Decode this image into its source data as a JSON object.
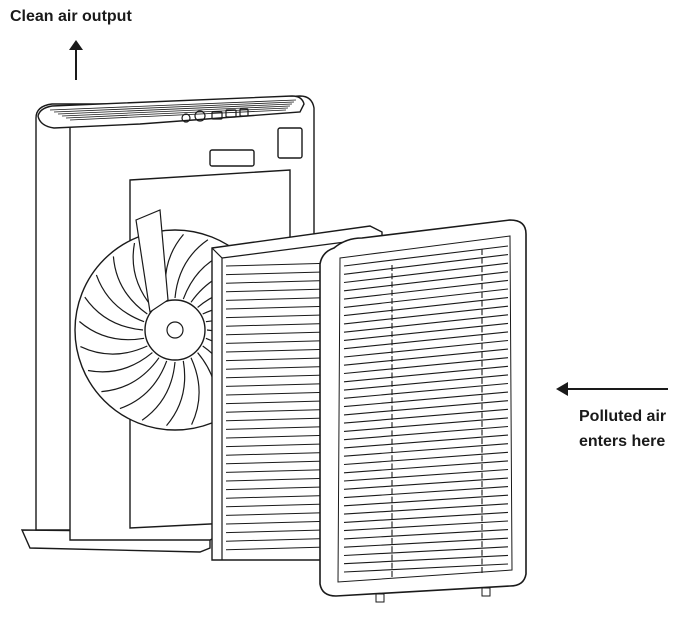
{
  "labels": {
    "clean_air": "Clean air output",
    "polluted_line1": "Polluted air",
    "polluted_line2": "enters here"
  },
  "icons": {
    "up_arrow": "arrow-up-icon",
    "left_arrow": "arrow-left-icon"
  },
  "colors": {
    "line": "#1a1a1a",
    "background": "#ffffff"
  }
}
